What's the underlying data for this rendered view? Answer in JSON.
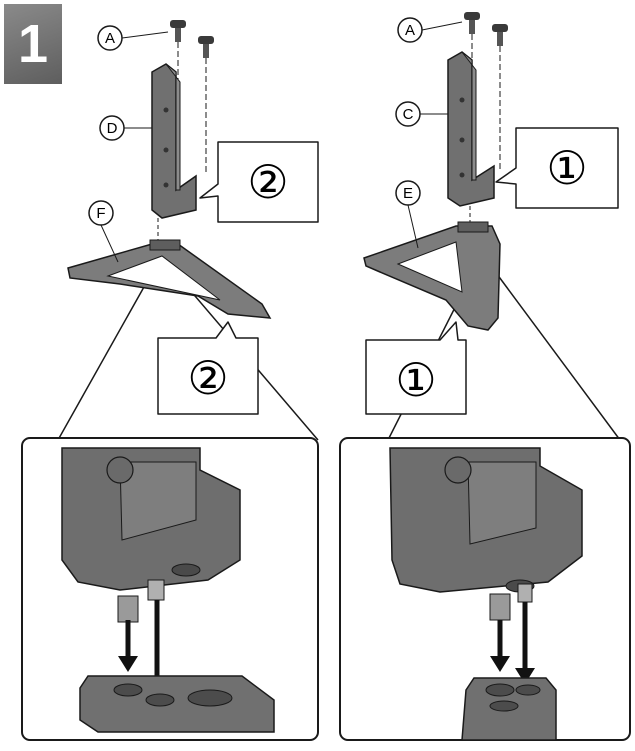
{
  "step": "1",
  "labels": {
    "left_screw": "A",
    "left_bracket": "D",
    "left_base": "F",
    "right_screw": "A",
    "right_bracket": "C",
    "right_base": "E"
  },
  "callouts": {
    "left_bracket": "②",
    "left_base": "②",
    "right_bracket": "①",
    "right_base": "①"
  },
  "colors": {
    "bracket": "#6f6f6f",
    "base": "#7c7c7c",
    "outline": "#1a1a1a",
    "background": "#ffffff"
  }
}
